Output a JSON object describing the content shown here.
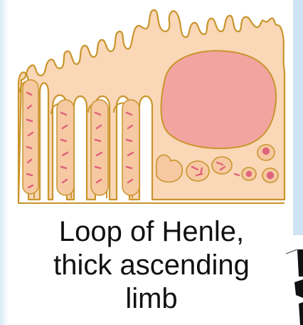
{
  "caption": {
    "line1": "Loop of Henle,",
    "line2": "thick ascending",
    "line3": "limb"
  },
  "colors": {
    "cell_fill": "#f9d7b7",
    "outline": "#c9952c",
    "nucleus": "#f2a4a0",
    "mitochondria": "#e0647c",
    "background": "#ffffff"
  },
  "icons": [
    "epithelial-cell-illustration"
  ]
}
